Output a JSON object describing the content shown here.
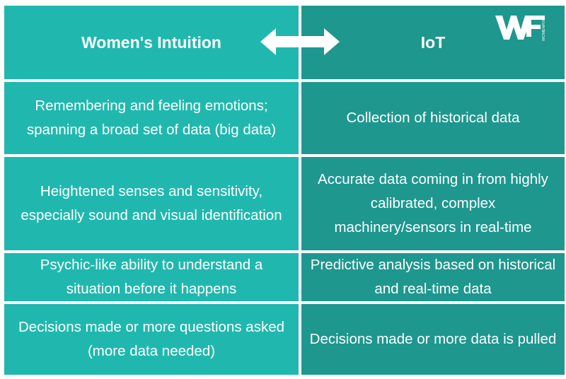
{
  "header": {
    "left_title": "Women's Intuition",
    "right_title": "IoT",
    "arrow_icon": "double-arrow-icon",
    "logo_icon": "wf-logo-icon",
    "logo_text": "WOMENFIX"
  },
  "rows": [
    {
      "left": "Remembering and feeling emotions; spanning a broad set of data (big data)",
      "right": "Collection of historical data"
    },
    {
      "left": "Heightened senses and sensitivity, especially sound and visual identification",
      "right": "Accurate data coming in from highly calibrated, complex machinery/sensors in real-time"
    },
    {
      "left": "Psychic-like ability to understand a situation before it happens",
      "right": "Predictive analysis based on historical and real-time data"
    },
    {
      "left": "Decisions made or more questions asked (more data needed)",
      "right": "Decisions made or more data is pulled"
    }
  ],
  "colors": {
    "left_column": "#20b8ae",
    "right_column": "#1e978e",
    "text": "#ffffff"
  }
}
